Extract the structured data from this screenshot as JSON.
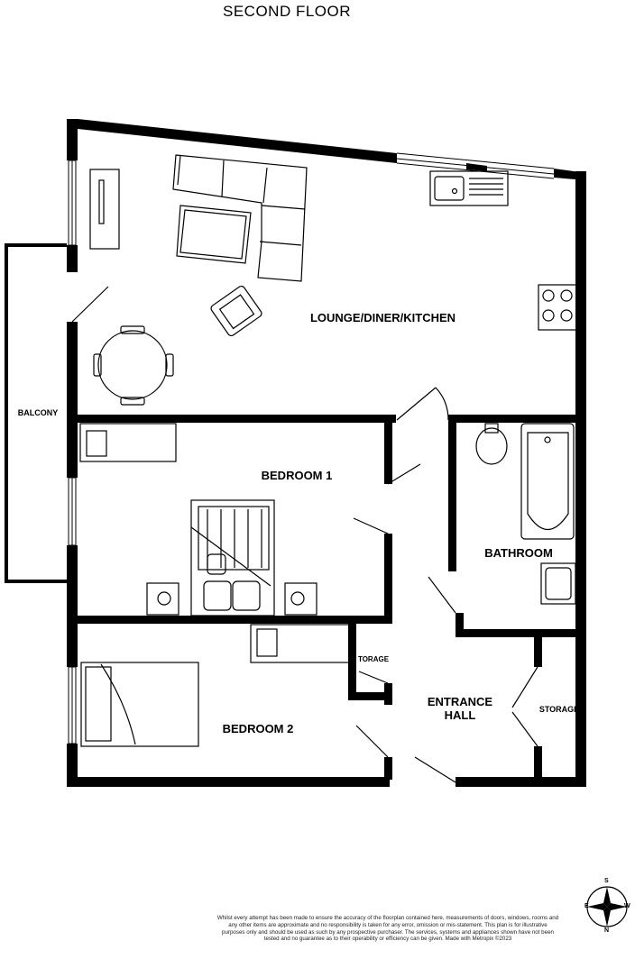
{
  "title": "SECOND FLOOR",
  "rooms": {
    "lounge": "LOUNGE/DINER/KITCHEN",
    "balcony": "BALCONY",
    "bedroom1": "BEDROOM 1",
    "bathroom": "BATHROOM",
    "storage_small": "TORAGE",
    "entrance_line1": "ENTRANCE",
    "entrance_line2": "HALL",
    "storage_right": "STORAGE",
    "bedroom2": "BEDROOM 2"
  },
  "compass": {
    "n": "N",
    "s": "S",
    "e": "E",
    "w": "W"
  },
  "disclaimer": "Whilst every attempt has been made to ensure the accuracy of the floorplan contained here, measurements of doors, windows, rooms and any other items are approximate and no responsibility is taken for any error, omission or mis-statement. This plan is for illustrative purposes only and should be used as such by any prospective purchaser. The services, systems and appliances shown have not been tested and no guarantee as to their operability or efficiency can be given. Made with Metropix ©2023",
  "colors": {
    "wall": "#000000",
    "background": "#ffffff",
    "fixture": "#000000"
  }
}
